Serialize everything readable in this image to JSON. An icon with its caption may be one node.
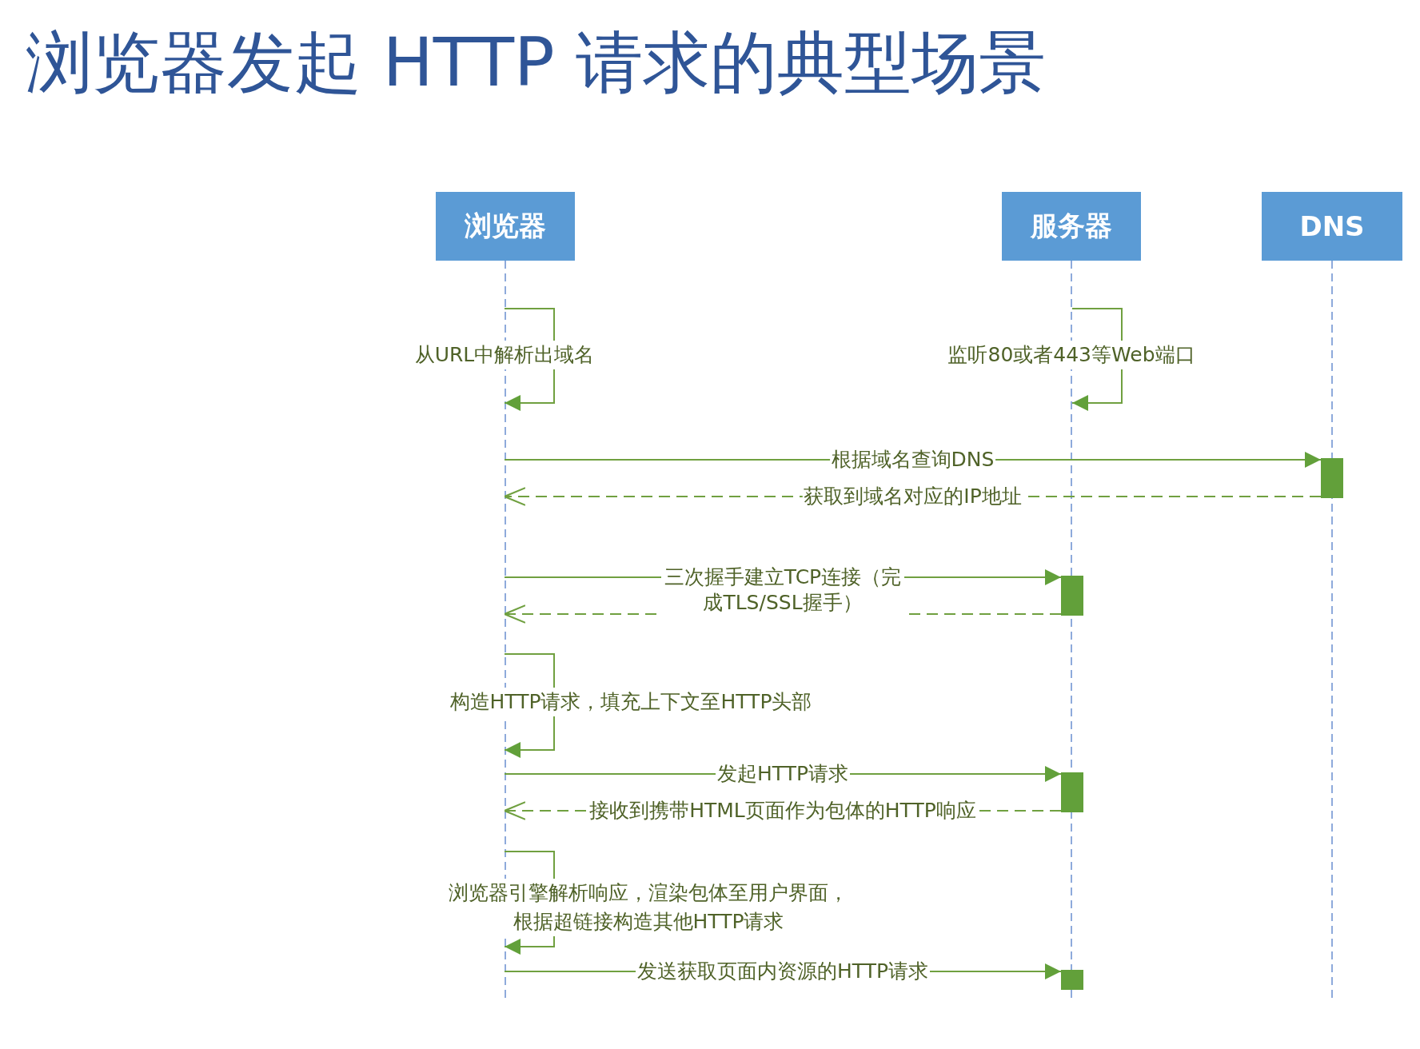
{
  "diagram": {
    "title": "浏览器发起 HTTP 请求的典型场景",
    "nodes": [
      {
        "text": [
          "浏览器"
        ]
      },
      {
        "text": [
          "服务器"
        ]
      },
      {
        "text": [
          "DNS"
        ]
      },
      {
        "text": [],
        "shape": "bar"
      },
      {
        "text": [],
        "shape": "bar"
      },
      {
        "text": [],
        "shape": "bar"
      },
      {
        "text": [],
        "shape": "bar"
      }
    ],
    "edges": [
      {
        "from": null,
        "to": 3,
        "arrow": "to",
        "label": "根据域名查询DNS"
      },
      {
        "from": 3,
        "to": null,
        "arrow": "to",
        "style": "dashed",
        "label": "获取到域名对应的IP地址"
      },
      {
        "from": null,
        "to": 4,
        "arrow": "to",
        "label": "三次握手建立TCP连接（完成TLS/SSL握手）"
      },
      {
        "from": 4,
        "to": null,
        "arrow": "to",
        "style": "dashed"
      },
      {
        "from": null,
        "to": 5,
        "arrow": "to",
        "label": "发起HTTP请求"
      },
      {
        "from": 5,
        "to": null,
        "arrow": "to",
        "style": "dashed",
        "label": "接收到携带HTML页面作为包体的HTTP响应"
      },
      {
        "from": null,
        "to": 6,
        "arrow": "to",
        "label": "发送获取页面内资源的HTTP请求"
      }
    ],
    "labels": [
      "从URL中解析出域名",
      "监听80或者443等Web端口",
      "构造HTTP请求，填充上下文至HTTP头部",
      "浏览器引擎解析响应，渲染包体至用户界面，根据超链接构造其他HTTP请求"
    ]
  }
}
